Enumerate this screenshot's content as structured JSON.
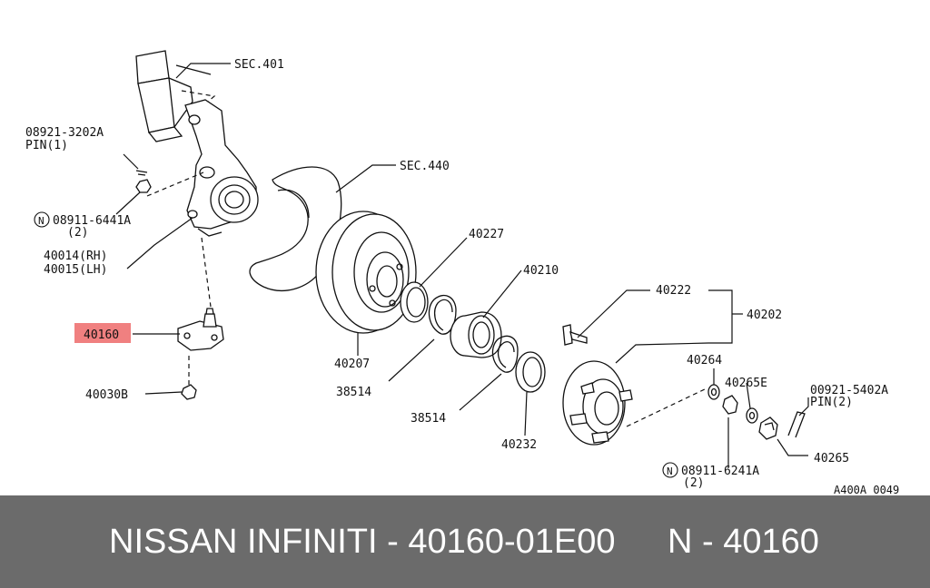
{
  "diagram": {
    "labels": {
      "sec401": "SEC.401",
      "sec440": "SEC.440",
      "p08921_3202a": "08921-3202A",
      "pin1": "PIN(1)",
      "p08911_6441a": "08911-6441A",
      "qty2a": "(2)",
      "p40014": "40014(RH)",
      "p40015": "40015(LH)",
      "p40160": "40160",
      "p40030b": "40030B",
      "p40207": "40207",
      "p40227": "40227",
      "p40210": "40210",
      "p38514a": "38514",
      "p38514b": "38514",
      "p40232": "40232",
      "p40222": "40222",
      "p40202": "40202",
      "p40264": "40264",
      "p40265e": "40265E",
      "p00921_5402a": "00921-5402A",
      "pin2": "PIN(2)",
      "p40265": "40265",
      "p08911_6241a": "08911-6241A",
      "qty2b": "(2)",
      "n_symbol": "N",
      "ref": "A400A 0049"
    },
    "highlight_color": "#f08080"
  },
  "footer": {
    "left": "NISSAN INFINITI - 40160-01E00",
    "right": "N - 40160",
    "background": "#6b6b6b"
  }
}
